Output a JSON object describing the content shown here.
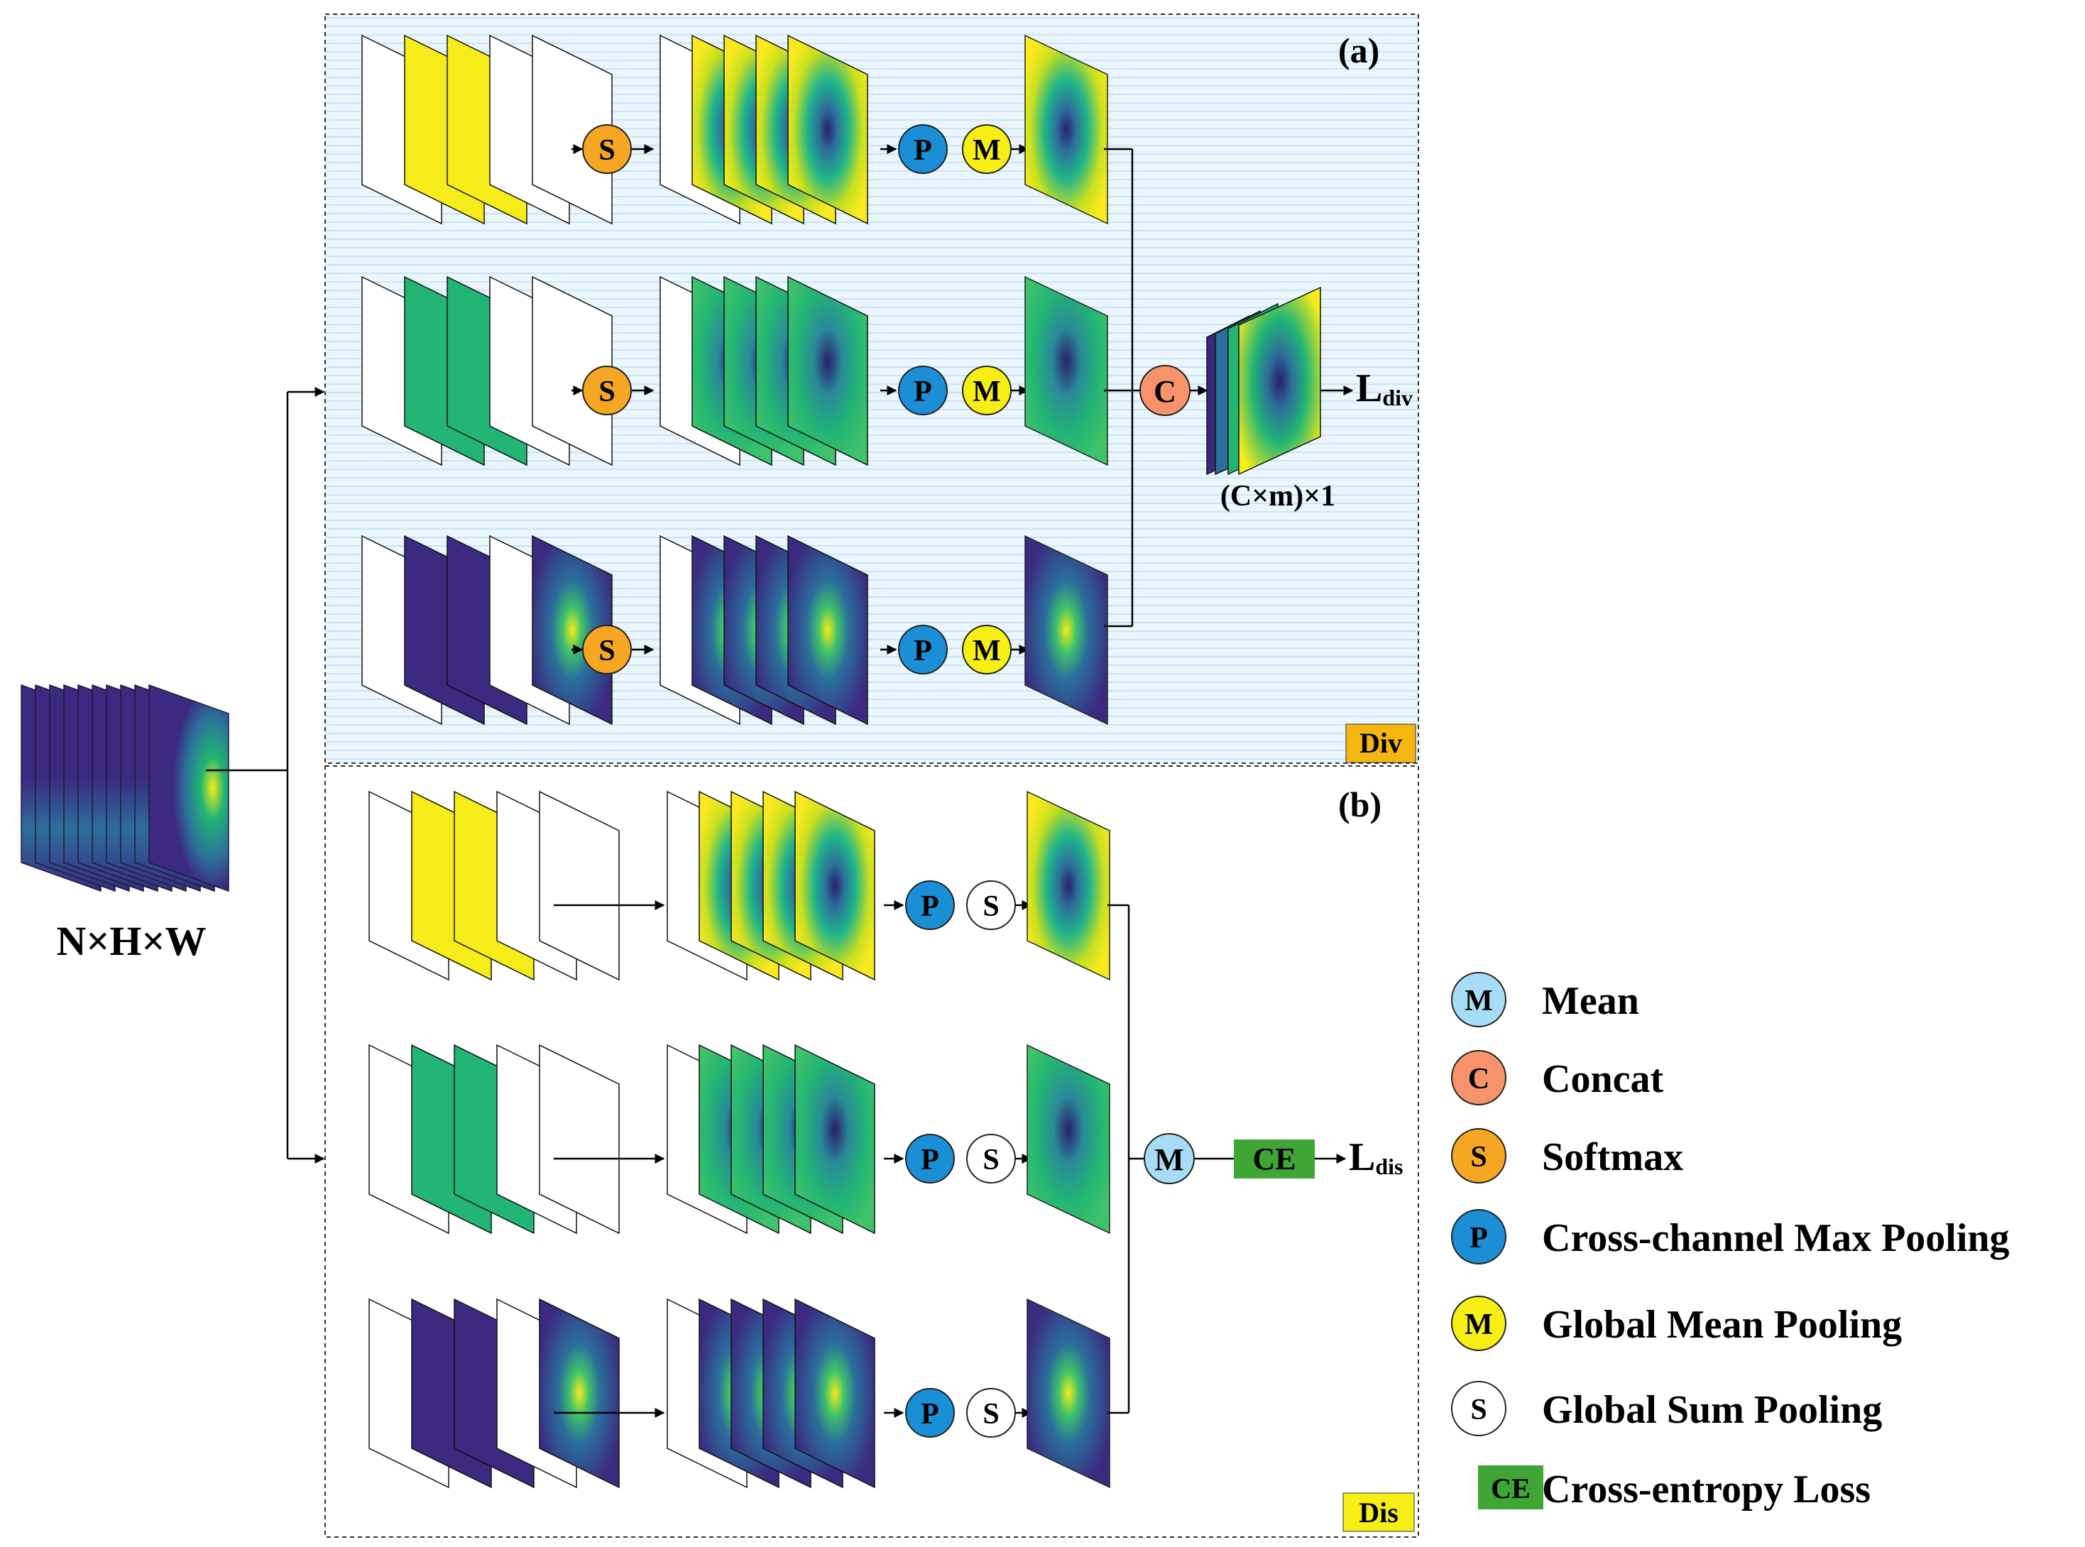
{
  "panels": {
    "div": {
      "letter": "(a)",
      "tag": "Div",
      "output_label": "L",
      "output_sub": "div",
      "concat_caption": "(C×m)×1"
    },
    "dis": {
      "letter": "(b)",
      "tag": "Dis",
      "output_label": "L",
      "output_sub": "dis",
      "ce_label": "CE"
    }
  },
  "input_caption": "N×H×W",
  "nodes": {
    "S": "S",
    "P": "P",
    "M": "M",
    "C": "C"
  },
  "legend": [
    {
      "symbol": "M",
      "label": "Mean",
      "color": "#a6dcf5"
    },
    {
      "symbol": "C",
      "label": "Concat",
      "color": "#f7936b"
    },
    {
      "symbol": "S",
      "label": "Softmax",
      "color": "#f5a623"
    },
    {
      "symbol": "P",
      "label": "Cross-channel Max Pooling",
      "color": "#1b8fd6"
    },
    {
      "symbol": "M",
      "label": "Global Mean Pooling",
      "color": "#f7ee16"
    },
    {
      "symbol": "S",
      "label": "Global Sum Pooling",
      "color": "#ffffff"
    },
    {
      "symbol": "CE",
      "label": "Cross-entropy Loss",
      "color": "#3fa535"
    }
  ],
  "colors": {
    "yellow": "#f5ec1a",
    "green": "#22b573",
    "purple": "#3b2a80",
    "softmax": "#f5a623",
    "pool_blue": "#1b8fd6",
    "mean_yellow": "#f7ee16",
    "mean_light": "#a6dcf5",
    "concat": "#f7936b",
    "ce_green": "#3fa535",
    "panel_bg": "#e3f1fa"
  }
}
